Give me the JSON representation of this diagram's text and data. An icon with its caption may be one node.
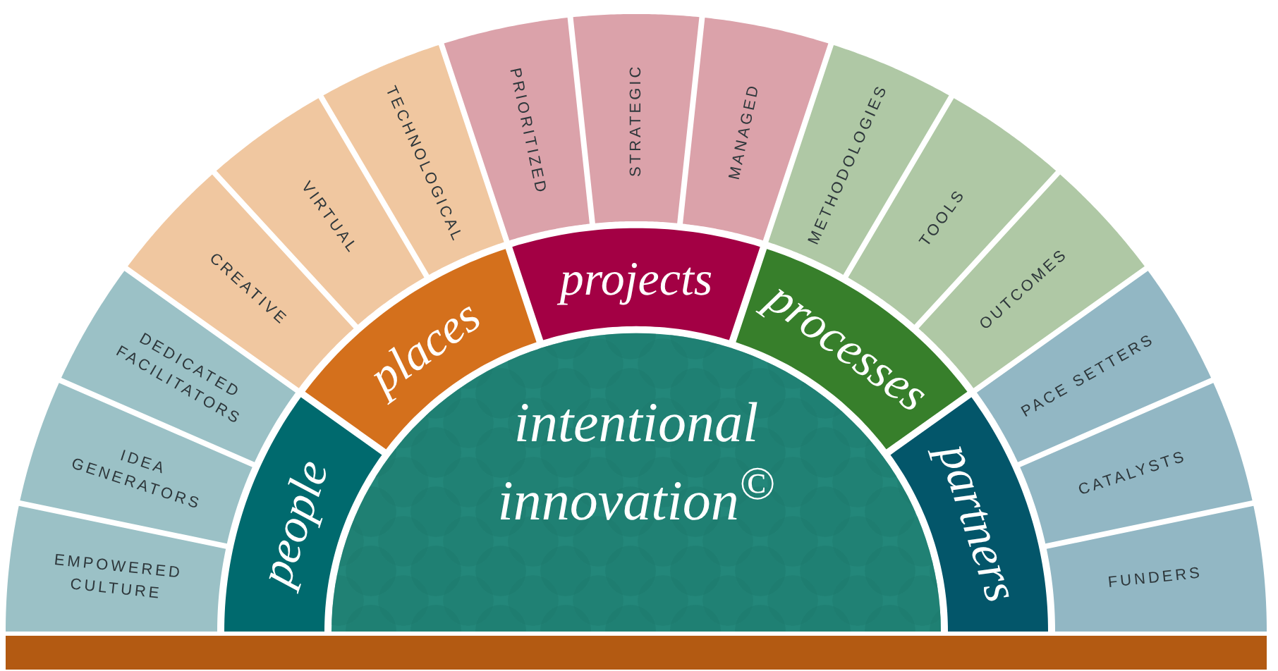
{
  "diagram": {
    "nodes": [
      {
        "text": [
          "intentional innovation$^{©}$"
        ]
      },
      {
        "text": [
          "people"
        ]
      },
      {
        "text": [
          "EMPOWERED CULTURE"
        ]
      },
      {
        "text": [
          "IDEA GENERATORS"
        ]
      },
      {
        "text": [
          "DEDICATED FACILITATORS"
        ]
      },
      {
        "text": [
          "places"
        ]
      },
      {
        "text": [
          "CREATIVE"
        ]
      },
      {
        "text": [
          "VIRTUAL"
        ]
      },
      {
        "text": [
          "TECHNOLOGICAL"
        ]
      },
      {
        "text": [
          "projects"
        ]
      },
      {
        "text": [
          "PRIORITIZED"
        ]
      },
      {
        "text": [
          "STRATEGIC"
        ]
      },
      {
        "text": [
          "MANAGED"
        ]
      },
      {
        "text": [
          "processes"
        ]
      },
      {
        "text": [
          "METHODOLOGIES"
        ]
      },
      {
        "text": [
          "TOOLS"
        ]
      },
      {
        "text": [
          "OUTCOMES"
        ]
      },
      {
        "text": [
          "partners"
        ]
      },
      {
        "text": [
          "PACE SETTERS"
        ]
      },
      {
        "text": [
          "CATALYSTS"
        ]
      },
      {
        "text": [
          "FUNDERS"
        ]
      },
      {
        "text": [],
        "shape": "bar"
      }
    ]
  }
}
